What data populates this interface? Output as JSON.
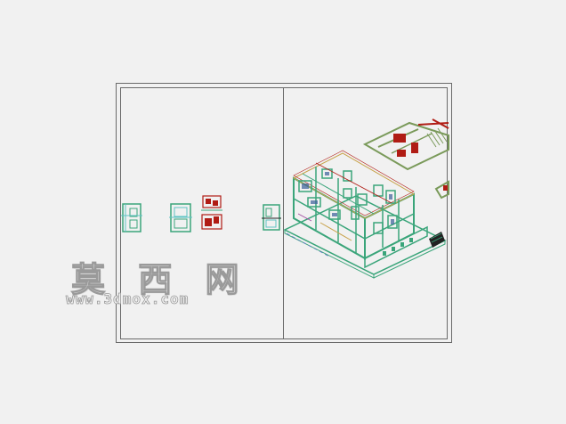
{
  "viewport": {
    "background": "#f1f1f1",
    "sheet_border_color": "#6a6a6a"
  },
  "palette": {
    "plan_green": "#3aa57a",
    "plan_red": "#b01c14",
    "plan_cyan": "#5ec4c4",
    "plan_olive": "#7a9a5a",
    "plan_gold": "#c8a24a",
    "plan_dark": "#222222"
  },
  "watermark": {
    "title": "莫 西 网",
    "url": "www.3dmox.com"
  },
  "drawing": {
    "left_panel_views": [
      "elevation-1",
      "elevation-2",
      "floor-plan-red",
      "elevation-3"
    ],
    "right_panel_views": [
      "isometric-building",
      "roof-plan",
      "side-detail"
    ]
  }
}
